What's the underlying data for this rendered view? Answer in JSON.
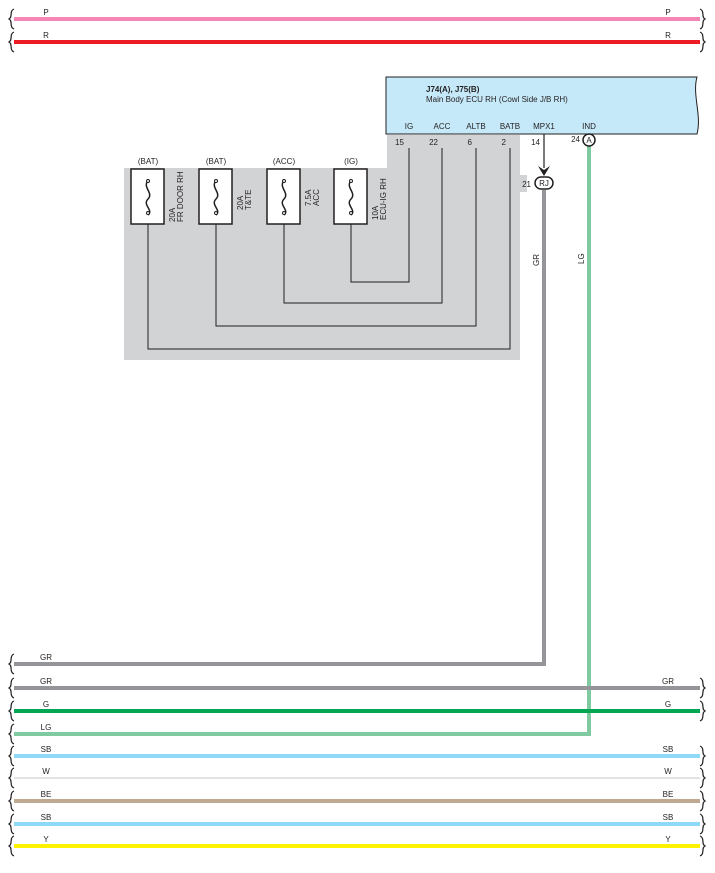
{
  "colors": {
    "P": "#f386b4",
    "R": "#ed1c24",
    "GR": "#939598",
    "G": "#00a651",
    "LG": "#7fcaa0",
    "SB": "#8ed8f8",
    "W": "#d9d9d9",
    "BE": "#c0a992",
    "Y": "#fff200",
    "ecu_fill": "#c6e9f9",
    "jb_fill": "#d1d3d4",
    "line": "#231f20"
  },
  "ecu": {
    "title": "J74(A), J75(B)",
    "subtitle": "Main Body ECU RH (Cowl Side J/B RH)",
    "pins": [
      {
        "name": "IG",
        "num": "15"
      },
      {
        "name": "ACC",
        "num": "22"
      },
      {
        "name": "ALTB",
        "num": "6"
      },
      {
        "name": "BATB",
        "num": "2"
      },
      {
        "name": "MPX1",
        "num": "14"
      },
      {
        "name": "IND",
        "num": "24",
        "connector": "A"
      }
    ]
  },
  "fuses": [
    {
      "supply": "(BAT)",
      "rating": "20A",
      "name": "FR DOOR RH"
    },
    {
      "supply": "(BAT)",
      "rating": "20A",
      "name": "T&TE"
    },
    {
      "supply": "(ACC)",
      "rating": "7.5A",
      "name": "ACC"
    },
    {
      "supply": "(IG)",
      "rating": "10A",
      "name": "ECU-IG RH"
    }
  ],
  "junction": {
    "pin": "21",
    "connector": "RJ"
  },
  "vertical_wires": [
    {
      "code": "GR"
    },
    {
      "code": "LG"
    }
  ],
  "top_wires": [
    {
      "code": "P",
      "left": "P",
      "right": "P"
    },
    {
      "code": "R",
      "left": "R",
      "right": "R"
    }
  ],
  "bottom_wires": [
    {
      "code": "GR",
      "left": "GR",
      "right": ""
    },
    {
      "code": "GR",
      "left": "GR",
      "right": "GR"
    },
    {
      "code": "G",
      "left": "G",
      "right": "G"
    },
    {
      "code": "LG",
      "left": "LG",
      "right": ""
    },
    {
      "code": "SB",
      "left": "SB",
      "right": "SB"
    },
    {
      "code": "W",
      "left": "W",
      "right": "W"
    },
    {
      "code": "BE",
      "left": "BE",
      "right": "BE"
    },
    {
      "code": "SB",
      "left": "SB",
      "right": "SB"
    },
    {
      "code": "Y",
      "left": "Y",
      "right": "Y"
    }
  ]
}
